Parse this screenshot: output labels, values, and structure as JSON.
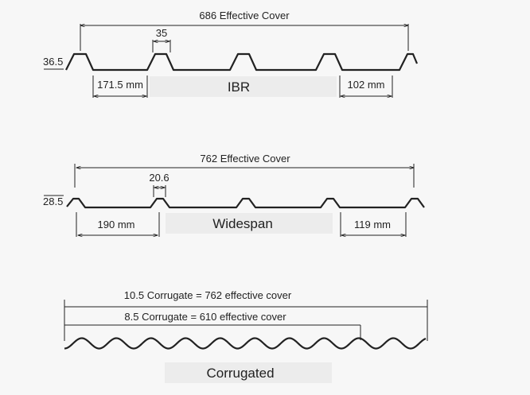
{
  "ibr": {
    "cover_label": "686 Effective Cover",
    "rib_width": "35",
    "height": "36.5",
    "left_span": "171.5 mm",
    "name": "IBR",
    "right_span": "102 mm"
  },
  "widespan": {
    "cover_label": "762 Effective Cover",
    "rib_width": "20.6",
    "height": "28.5",
    "left_span": "190 mm",
    "name": "Widespan",
    "right_span": "119 mm"
  },
  "corrugated": {
    "cover_105": "10.5 Corrugate = 762 effective cover",
    "cover_85": "8.5 Corrugate = 610 effective cover",
    "name": "Corrugated"
  }
}
